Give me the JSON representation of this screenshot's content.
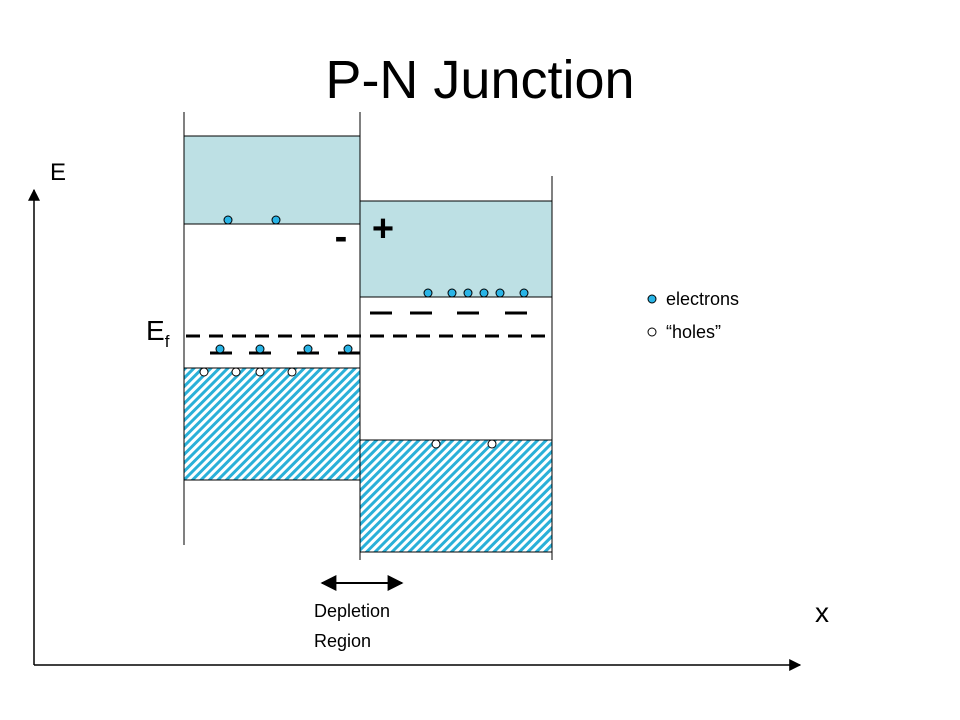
{
  "title": "P-N Junction",
  "axes": {
    "y_label": "E",
    "x_label": "x"
  },
  "fermi_label": {
    "main": "E",
    "sub": "f"
  },
  "charges": {
    "negative": "-",
    "positive": "+"
  },
  "depletion": {
    "line1": "Depletion",
    "line2": "Region"
  },
  "legend": {
    "electrons": "electrons",
    "holes": "“holes”"
  },
  "colors": {
    "band_fill": "#bde0e4",
    "electron": "#29b4e6",
    "hatch": "#2ab0d8",
    "line": "#000000"
  },
  "counts": {
    "p_conduction_electrons": 2,
    "n_conduction_electrons": 6,
    "p_acceptor_electrons": 4,
    "p_valence_holes": 4,
    "n_valence_holes": 2
  }
}
